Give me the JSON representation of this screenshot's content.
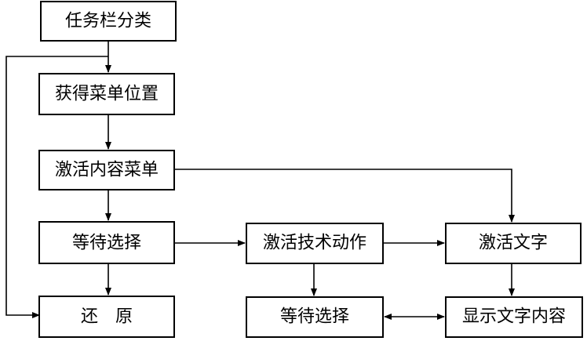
{
  "colors": {
    "stroke": "#000000",
    "background": "#ffffff",
    "text": "#000000"
  },
  "nodes": {
    "taskbar_classify": "任务栏分类",
    "get_menu_position": "获得菜单位置",
    "activate_content_menu": "激活内容菜单",
    "wait_select_1": "等待选择",
    "restore": "还　原",
    "activate_tech_action": "激活技术动作",
    "wait_select_2": "等待选择",
    "activate_text": "激活文字",
    "show_text_content": "显示文字内容"
  }
}
